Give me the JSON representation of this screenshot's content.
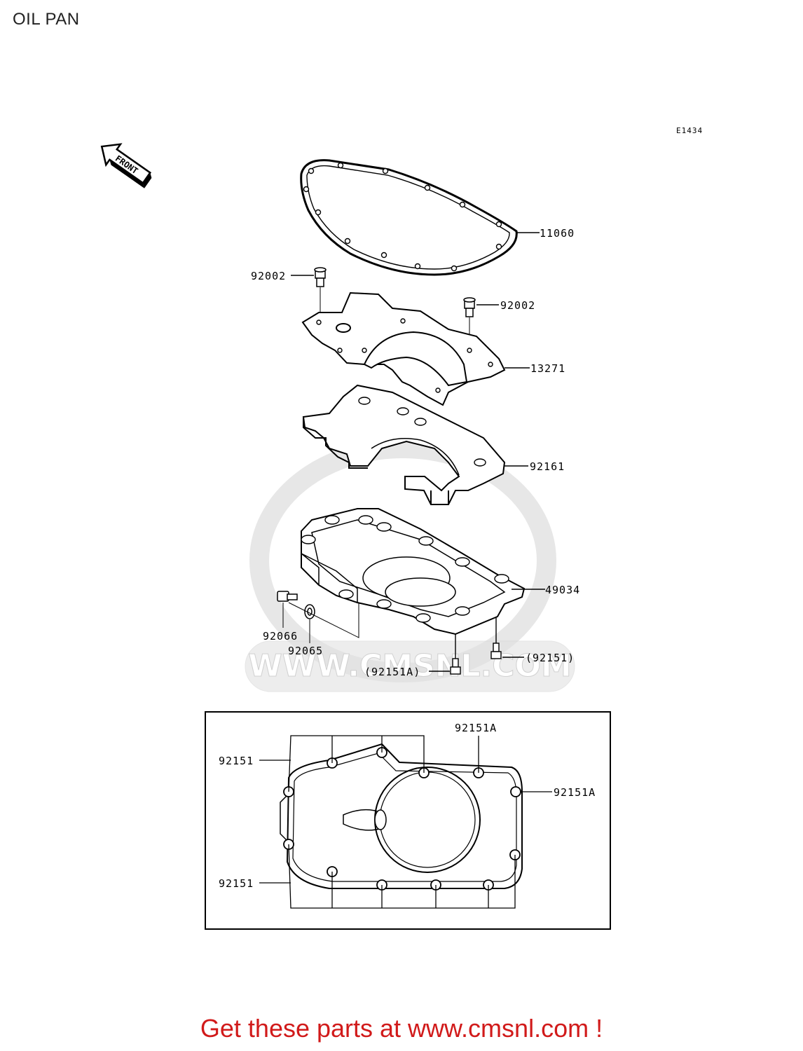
{
  "title": "OIL PAN",
  "diagram_code": "E1434",
  "front_label": "FRONT",
  "watermark": "WWW.CMSNL.COM",
  "callouts": {
    "gasket": "11060",
    "bolt_left": "92002",
    "bolt_right": "92002",
    "plate": "13271",
    "spacer": "92161",
    "oil_pan": "49034",
    "drain_plug": "92066",
    "washer": "92065",
    "bolt_a": "(92151A)",
    "bolt_b": "(92151)"
  },
  "detail_callouts": {
    "top_left": "92151",
    "top_right": "92151A",
    "right": "92151A",
    "bottom_left": "92151"
  },
  "cta": {
    "text": "Get these parts at www.cmsnl.com !"
  },
  "colors": {
    "line": "#000000",
    "cta": "#d11a1a",
    "watermark": "#dcdcdc"
  }
}
